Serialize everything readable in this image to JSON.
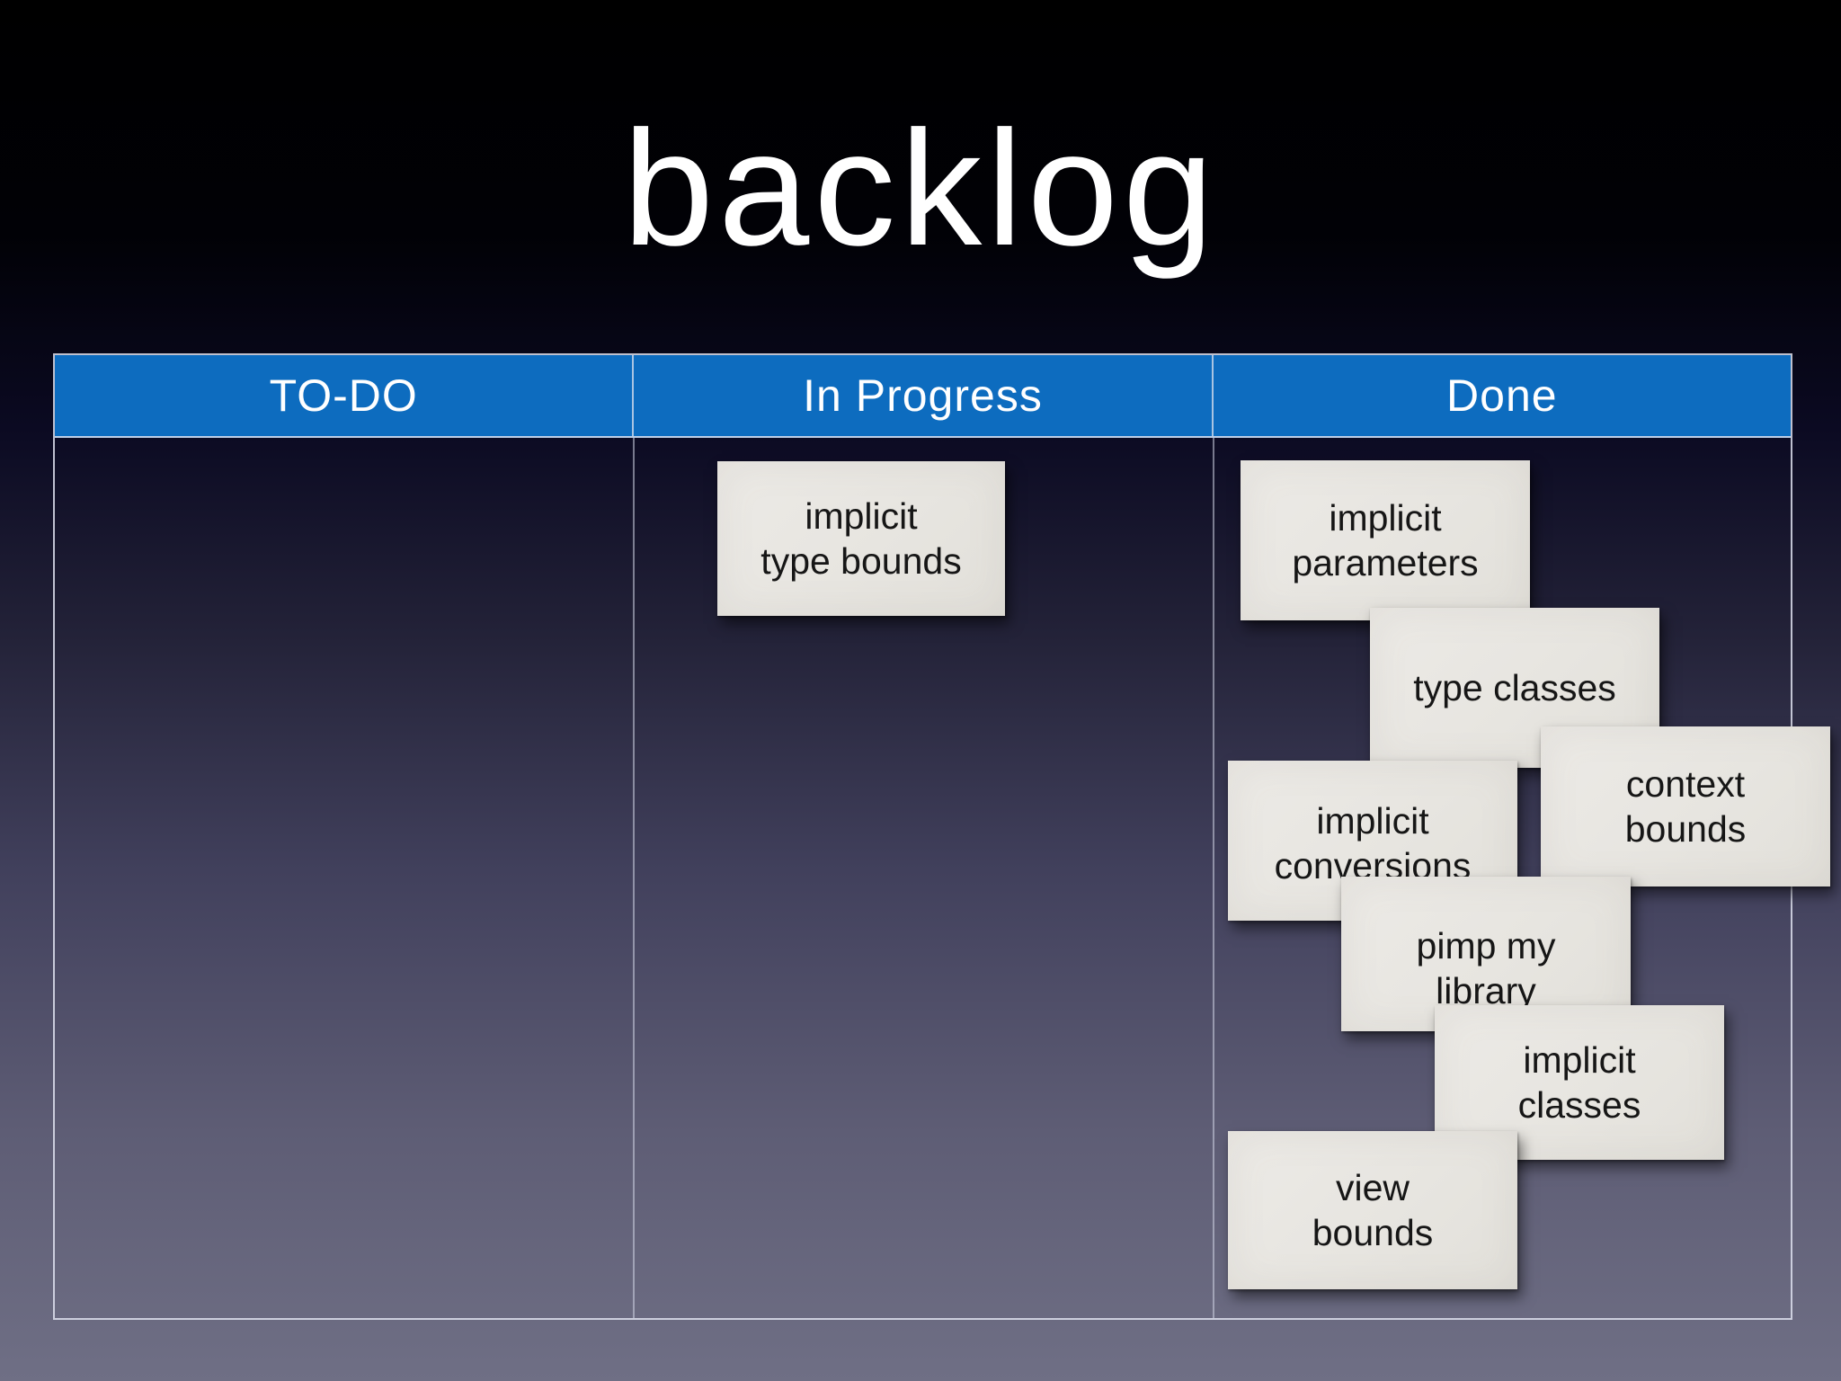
{
  "slide": {
    "title": "backlog"
  },
  "board": {
    "columns": [
      {
        "label": "TO-DO"
      },
      {
        "label": "In Progress"
      },
      {
        "label": "Done"
      }
    ],
    "cards": [
      {
        "text": "implicit\ntype bounds",
        "column": "In Progress"
      },
      {
        "text": "implicit\nparameters",
        "column": "Done"
      },
      {
        "text": "type classes",
        "column": "Done"
      },
      {
        "text": "implicit\nconversions",
        "column": "Done"
      },
      {
        "text": "context\nbounds",
        "column": "Done"
      },
      {
        "text": "pimp my\nlibrary",
        "column": "Done"
      },
      {
        "text": "implicit\nclasses",
        "column": "Done"
      },
      {
        "text": "view\nbounds",
        "column": "Done"
      }
    ],
    "counts": {
      "to_do": 0,
      "in_progress": 1,
      "done": 7
    }
  },
  "colors": {
    "header_blue": "#0d6cbf",
    "header_text": "#ffffff",
    "card_face": "#e8e6e1",
    "card_text": "#161616",
    "title_text": "#ffffff",
    "table_border": "#dee1ee",
    "background_top": "#000000",
    "background_bottom": "#6f6f85"
  }
}
